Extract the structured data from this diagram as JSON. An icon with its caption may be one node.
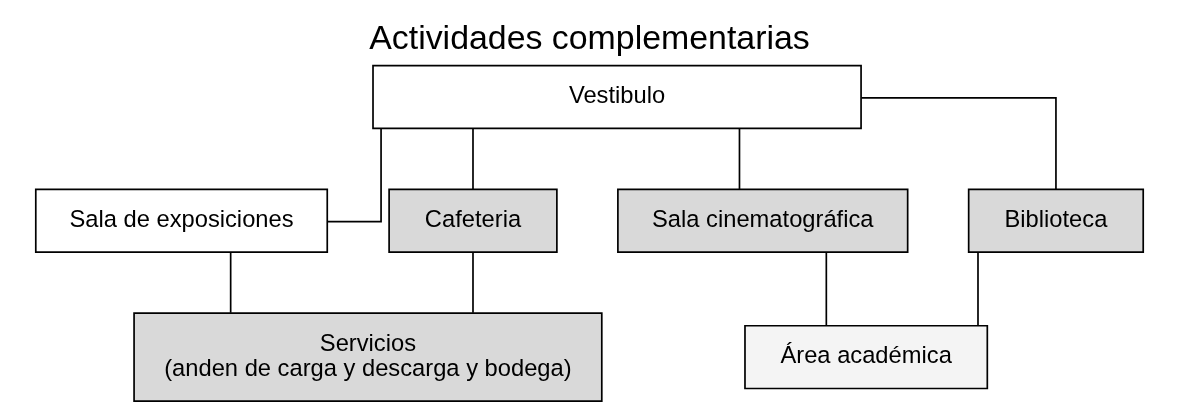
{
  "diagram": {
    "title": "Actividades complementarias",
    "nodes": [
      {
        "text": [
          "Vestibulo"
        ]
      },
      {
        "text": [
          "Sala de exposiciones"
        ]
      },
      {
        "text": [
          "Cafeteria"
        ]
      },
      {
        "text": [
          "Sala cinematográfica"
        ]
      },
      {
        "text": [
          "Biblioteca"
        ]
      },
      {
        "text": [
          "Servicios",
          "(anden de carga y descarga y bodega)"
        ]
      },
      {
        "text": [
          "Área académica"
        ]
      }
    ],
    "edges": [
      {
        "from": 0,
        "to": 1,
        "arrow": "none"
      },
      {
        "from": 0,
        "to": 2,
        "arrow": "none"
      },
      {
        "from": 0,
        "to": 3,
        "arrow": "none"
      },
      {
        "from": 0,
        "to": 4,
        "arrow": "none"
      },
      {
        "from": 1,
        "to": 5,
        "arrow": "none"
      },
      {
        "from": 2,
        "to": 5,
        "arrow": "none"
      },
      {
        "from": 3,
        "to": 6,
        "arrow": "none"
      },
      {
        "from": 4,
        "to": 6,
        "arrow": "none"
      }
    ]
  }
}
